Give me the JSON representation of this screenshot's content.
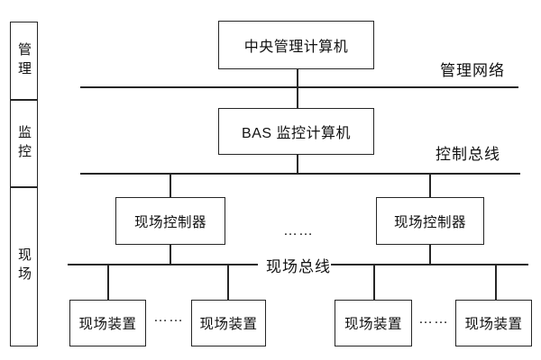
{
  "sidebar": {
    "layers": [
      {
        "label": "管理"
      },
      {
        "label": "监控"
      },
      {
        "label": "现场"
      }
    ]
  },
  "nodes": {
    "central_computer": {
      "label": "中央管理计算机"
    },
    "bas_computer": {
      "label": "BAS 监控计算机"
    },
    "controllers": [
      {
        "label": "现场控制器"
      },
      {
        "label": "现场控制器"
      }
    ],
    "devices": [
      {
        "label": "现场装置"
      },
      {
        "label": "现场装置"
      },
      {
        "label": "现场装置"
      },
      {
        "label": "现场装置"
      }
    ]
  },
  "buses": [
    {
      "label": "管理网络"
    },
    {
      "label": "控制总线"
    },
    {
      "label": "现场总线"
    }
  ],
  "ellipsis": {
    "controllers": "……",
    "devices_left": "……",
    "devices_right": "……"
  },
  "colors": {
    "line": "#262626",
    "text": "#111111",
    "background": "#ffffff"
  }
}
